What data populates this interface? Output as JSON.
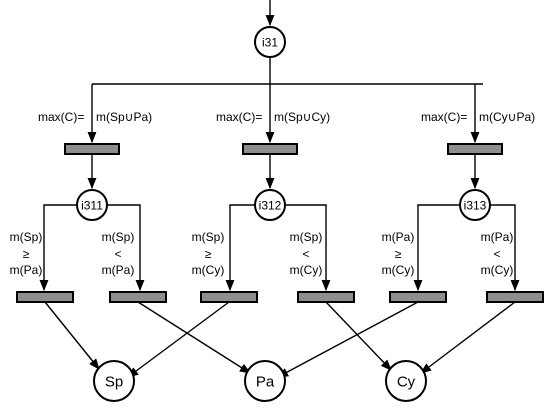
{
  "nodes": {
    "root": "i31",
    "left": "i311",
    "middle": "i312",
    "right": "i313",
    "out_sp": "Sp",
    "out_pa": "Pa",
    "out_cy": "Cy"
  },
  "guards": {
    "left_prefix": "max(C)=",
    "left_value": "m(Sp∪Pa)",
    "middle_prefix": "max(C)=",
    "middle_value": "m(Sp∪Cy)",
    "right_prefix": "max(C)=",
    "right_value": "m(Cy∪Pa)"
  },
  "conditions": {
    "c1": {
      "top": "m(Sp)",
      "op": "≥",
      "bottom": "m(Pa)"
    },
    "c2": {
      "top": "m(Sp)",
      "op": "<",
      "bottom": "m(Pa)"
    },
    "c3": {
      "top": "m(Sp)",
      "op": "≥",
      "bottom": "m(Cy)"
    },
    "c4": {
      "top": "m(Sp)",
      "op": "<",
      "bottom": "m(Cy)"
    },
    "c5": {
      "top": "m(Pa)",
      "op": "≥",
      "bottom": "m(Cy)"
    },
    "c6": {
      "top": "m(Pa)",
      "op": "<",
      "bottom": "m(Cy)"
    }
  }
}
